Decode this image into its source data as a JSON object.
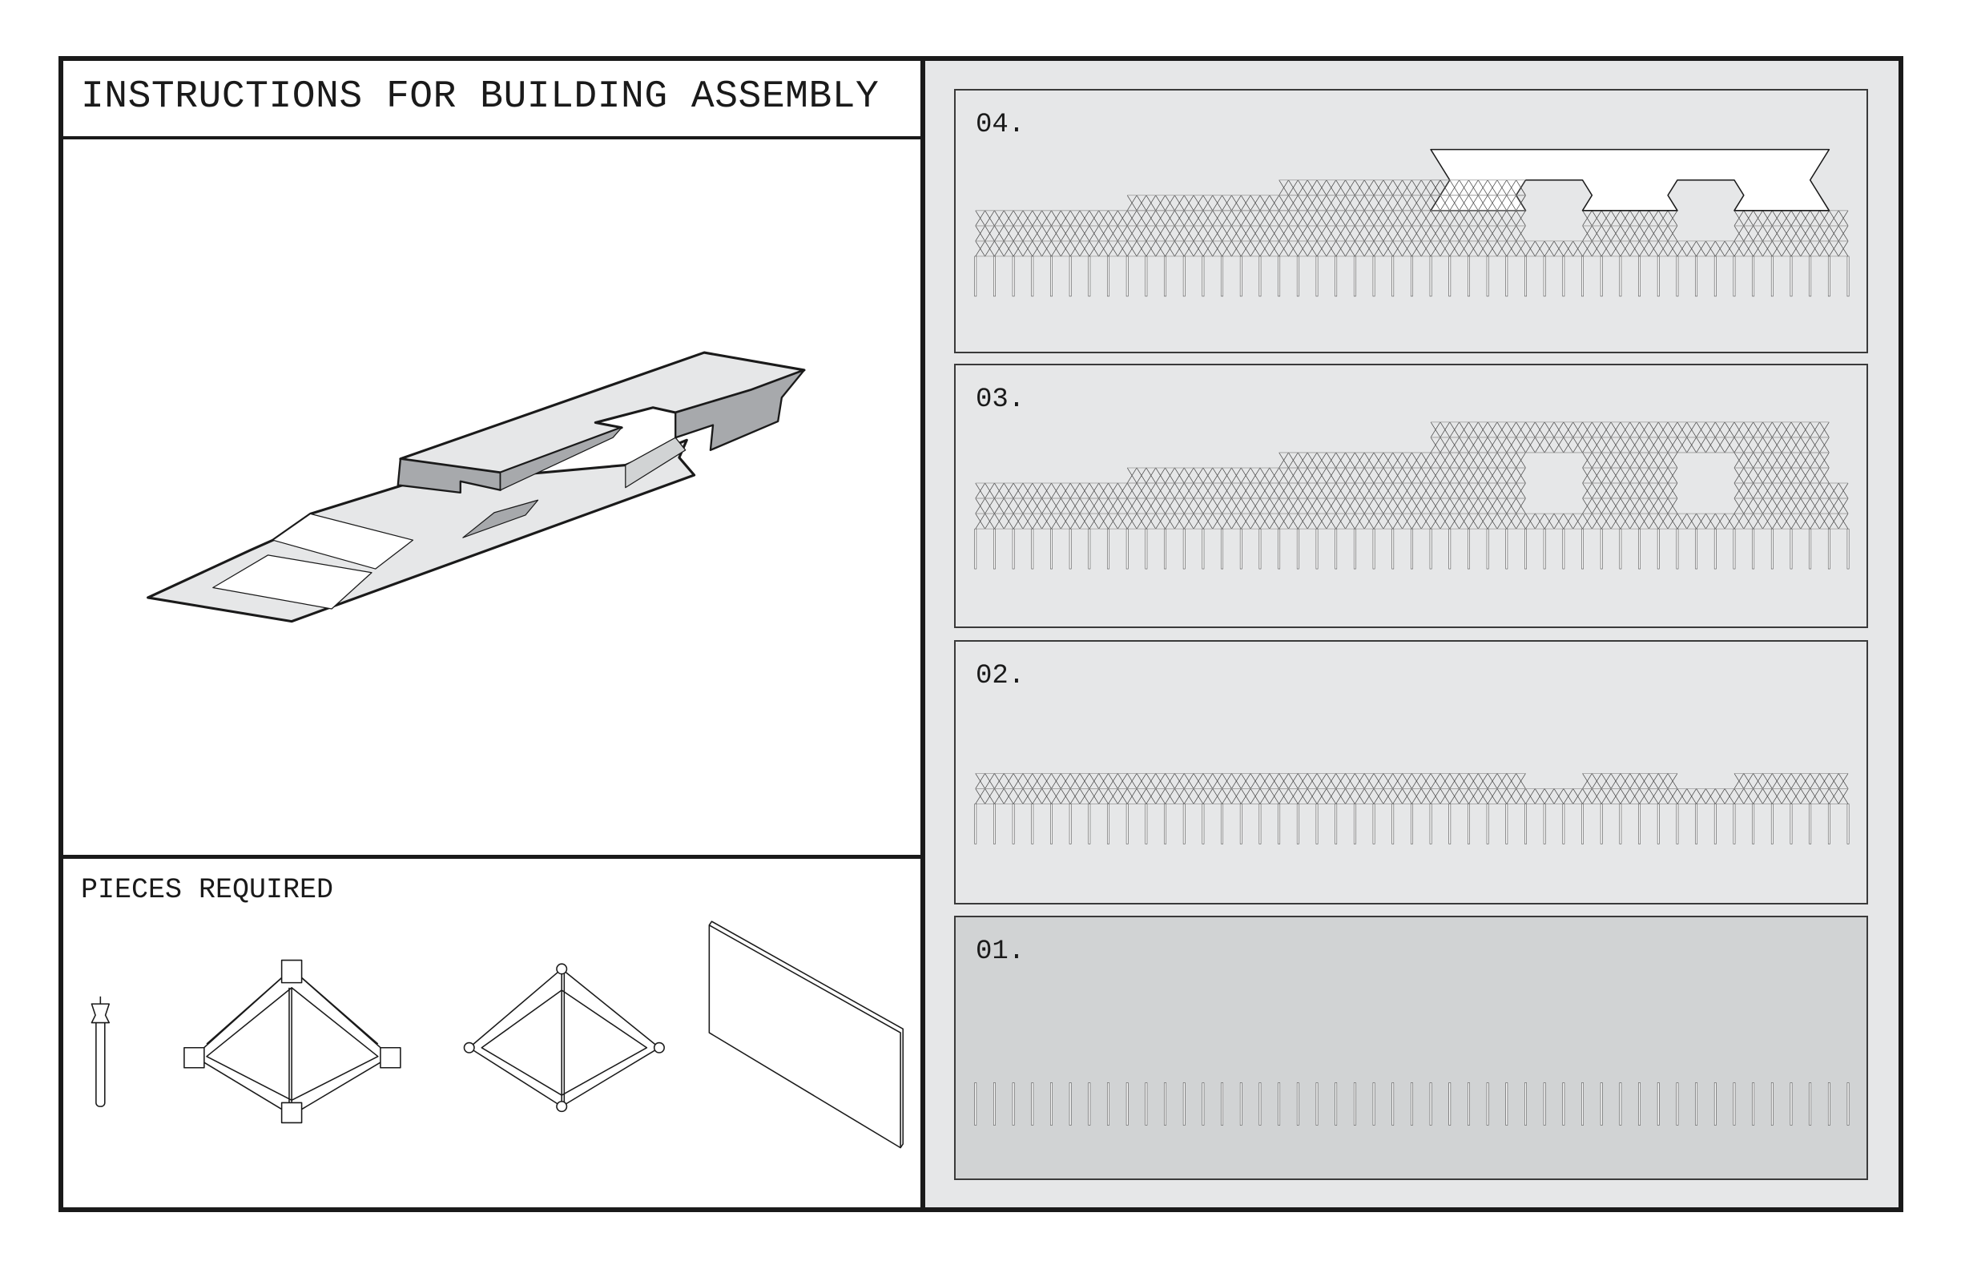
{
  "header": {
    "title": "INSTRUCTIONS FOR BUILDING ASSEMBLY"
  },
  "pieces": {
    "title": "PIECES REQUIRED",
    "items": [
      "column-leg-piece",
      "connector-node-frame-piece",
      "pin-joint-frame-piece",
      "cladding-panel-piece"
    ]
  },
  "steps": [
    {
      "label": "04."
    },
    {
      "label": "03."
    },
    {
      "label": "02."
    },
    {
      "label": "01."
    }
  ],
  "colors": {
    "frame": "#1a1a1a",
    "panel_bg": "#e6e7e8",
    "panel_active": "#d1d3d4",
    "shade": "#a7a9ac",
    "light": "#e6e7e8"
  }
}
